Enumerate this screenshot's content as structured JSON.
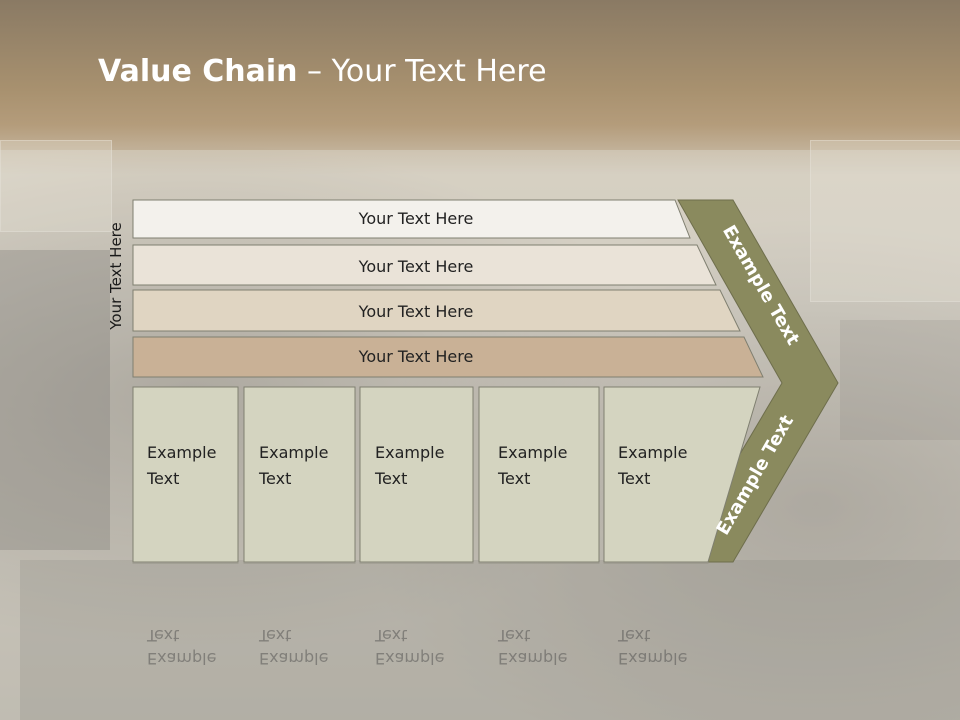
{
  "slide": {
    "title_bold": "Value Chain",
    "title_rest": " – Your Text Here",
    "side_label": "Your Text Here",
    "bars": [
      "Your Text Here",
      "Your Text Here",
      "Your Text Here",
      "Your Text Here"
    ],
    "columns": [
      {
        "line1": "Example",
        "line2": "Text"
      },
      {
        "line1": "Example",
        "line2": "Text"
      },
      {
        "line1": "Example",
        "line2": "Text"
      },
      {
        "line1": "Example",
        "line2": "Text"
      },
      {
        "line1": "Example",
        "line2": "Text"
      }
    ],
    "arrow_top": "Example Text",
    "arrow_bottom": "Example Text",
    "colors": {
      "bar1": "#f3f1ec",
      "bar2": "#eae3d8",
      "bar3": "#e0d5c2",
      "bar4": "#c9b196",
      "column_fill": "#d4d4c0",
      "arrow_fill": "#8a8a5e",
      "outline": "#7f7f70"
    }
  }
}
